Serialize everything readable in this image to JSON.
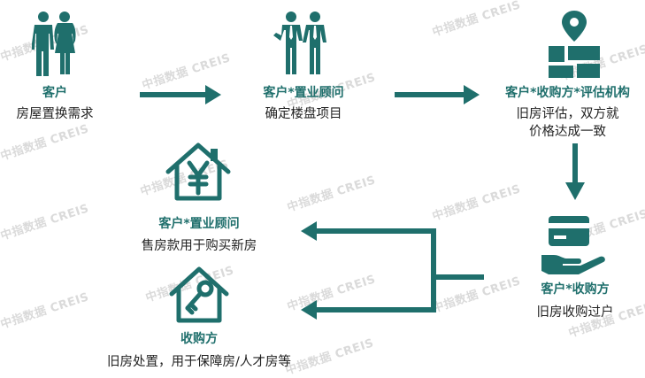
{
  "watermark": "中指数据 CREIS",
  "colors": {
    "teal": "#1f6f6c",
    "text": "#222222"
  },
  "steps": [
    {
      "icon": "couple-icon",
      "title": "客户",
      "desc": "房屋置换需求"
    },
    {
      "icon": "consultants-icon",
      "title": "客户*置业顾问",
      "desc": "确定楼盘项目"
    },
    {
      "icon": "map-location-icon",
      "title": "客户*收购方*评估机构",
      "desc_lines": [
        "旧房评估，双方就",
        "价格达成一致"
      ]
    },
    {
      "icon": "card-hand-icon",
      "title": "客户*收购方",
      "desc": "旧房收购过户"
    },
    {
      "icon": "house-yuan-icon",
      "title": "客户*置业顾问",
      "desc": "售房款用于购买新房"
    },
    {
      "icon": "house-key-icon",
      "title": "收购方",
      "desc": "旧房处置，用于保障房/人才房等"
    }
  ]
}
